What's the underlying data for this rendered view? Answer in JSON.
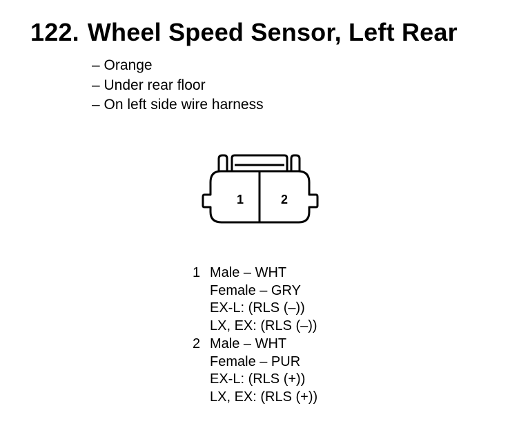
{
  "title": {
    "number": "122.",
    "text": "Wheel Speed Sensor, Left Rear"
  },
  "notes": [
    "– Orange",
    "– Under rear floor",
    "– On left side wire harness"
  ],
  "connector": {
    "cavities": [
      "1",
      "2"
    ]
  },
  "pins": [
    {
      "number": "1",
      "lines": [
        "Male – WHT",
        "Female – GRY",
        "EX-L: (RLS (–))",
        "LX, EX: (RLS (–))"
      ]
    },
    {
      "number": "2",
      "lines": [
        "Male – WHT",
        "Female – PUR",
        "EX-L: (RLS (+))",
        "LX, EX: (RLS (+))"
      ]
    }
  ]
}
